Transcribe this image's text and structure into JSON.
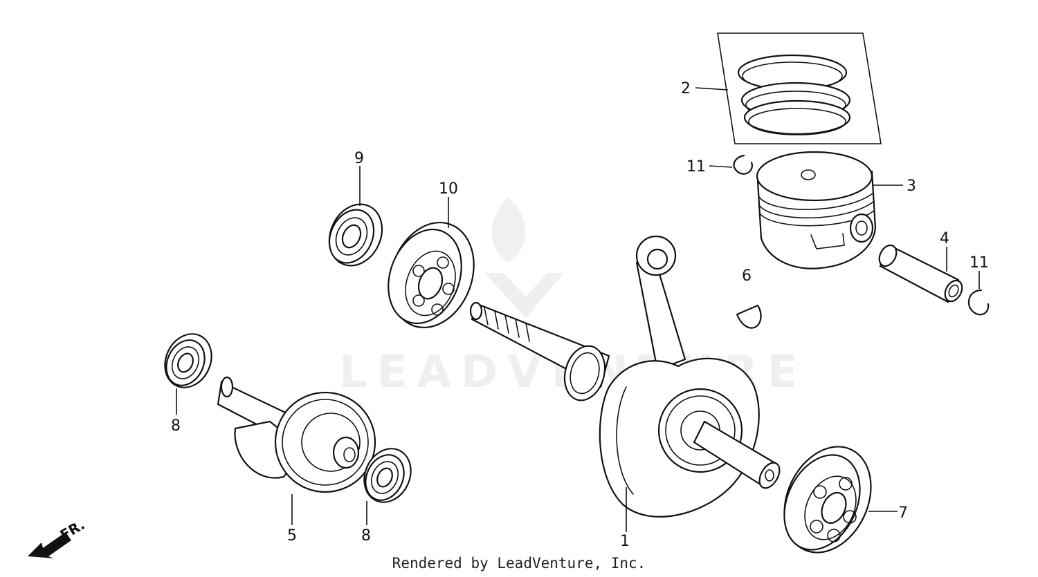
{
  "diagram": {
    "watermark_text": "LEADVENTURE",
    "direction_label": "FR.",
    "callouts": [
      {
        "id": "c1",
        "label": "1"
      },
      {
        "id": "c2",
        "label": "2"
      },
      {
        "id": "c3",
        "label": "3"
      },
      {
        "id": "c4",
        "label": "4"
      },
      {
        "id": "c5",
        "label": "5"
      },
      {
        "id": "c6",
        "label": "6"
      },
      {
        "id": "c7",
        "label": "7"
      },
      {
        "id": "c8a",
        "label": "8"
      },
      {
        "id": "c8b",
        "label": "8"
      },
      {
        "id": "c9",
        "label": "9"
      },
      {
        "id": "c10",
        "label": "10"
      },
      {
        "id": "c11a",
        "label": "11"
      },
      {
        "id": "c11b",
        "label": "11"
      }
    ]
  },
  "footer": {
    "credit": "Rendered by LeadVenture, Inc."
  }
}
